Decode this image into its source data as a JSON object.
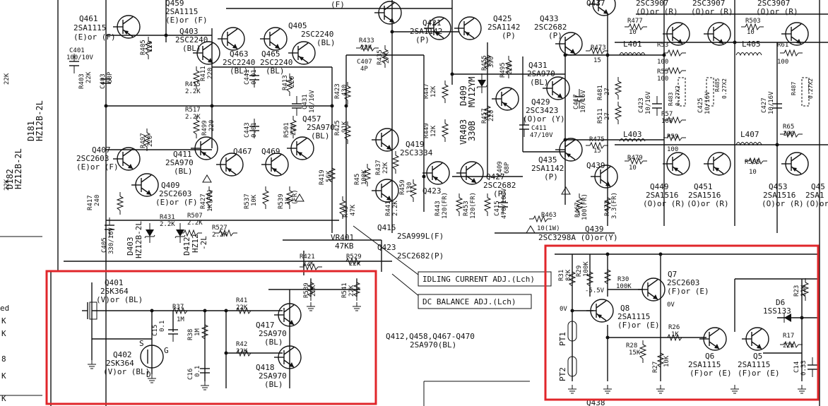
{
  "top_left": {
    "q461": [
      "Q461",
      "2SA1115",
      "(E)or (F)"
    ],
    "q459": [
      "Q459",
      "2SA1115",
      "(E)or (F)"
    ],
    "q403": [
      "Q403",
      "2SC2240",
      "(BL)"
    ],
    "q463": [
      "Q463",
      "2SC2240",
      "(BL)"
    ],
    "q465": [
      "Q465",
      "2SC2240",
      "(BL)"
    ],
    "q405": [
      "Q405",
      "2SC2240",
      "(BL)"
    ],
    "q407": [
      "Q407",
      "2SC2603",
      "(E)or (F)"
    ],
    "q409": [
      "Q409",
      "2SC2603",
      "(E)or (F)"
    ],
    "q411": [
      "Q411",
      "2SA970",
      "(BL)"
    ],
    "q457": [
      "Q457",
      "2SA970",
      "(BL)"
    ],
    "q467": "Q467",
    "q469": "Q469",
    "c401": [
      "C401",
      "100/10V"
    ],
    "d181": [
      "D181",
      "HZ12B-2L"
    ],
    "d182": [
      "D182",
      "HZ12B-2L"
    ],
    "d403": [
      "D403",
      "HZ12B-2L"
    ],
    "d412": [
      "D412",
      "HZ12",
      "-2L"
    ],
    "r403": [
      "R403",
      "22K"
    ],
    "c403": [
      "C403",
      "68P"
    ],
    "r405": [
      "R405",
      "120"
    ],
    "r411": [
      "R411",
      "220"
    ],
    "c441": [
      "C441",
      "0.01"
    ],
    "r413": [
      "R413",
      "220"
    ],
    "c431": [
      "C431",
      "10/16V"
    ],
    "r415": [
      "R415",
      "2.2K"
    ],
    "r517": [
      "R517",
      "2.2K"
    ],
    "r499": [
      "R499",
      "220"
    ],
    "c443": [
      "C443",
      "0.01"
    ],
    "r501": [
      "R501",
      "220"
    ],
    "r497": [
      "R497",
      "220"
    ],
    "r417": [
      "R417",
      "240"
    ],
    "r427": [
      "R427",
      "1K(FR)"
    ],
    "r537": [
      "R537",
      "10K"
    ],
    "r539": [
      "R539",
      "1K",
      "(FR)"
    ],
    "r431": [
      "R431",
      "2.2K"
    ],
    "r507": [
      "R507",
      "2.2K"
    ],
    "r527": [
      "R527",
      "2.2K"
    ],
    "c405": [
      "C405",
      "330/16V"
    ],
    "top_f": "(F)"
  },
  "top_mid": {
    "q421": [
      "Q421",
      "2SA1142",
      "(P)"
    ],
    "q425": [
      "Q425",
      "2SA1142",
      "(P)"
    ],
    "q433": [
      "Q433",
      "2SC2682",
      "(P)"
    ],
    "q419": [
      "Q419",
      "2SC3334"
    ],
    "q423": "Q423",
    "q427": [
      "Q427",
      "2SC2682",
      "(P)"
    ],
    "q431": [
      "Q431",
      "2SA970",
      "(BL)"
    ],
    "q429": [
      "Q429",
      "2SC3423",
      "(O)or (Y)"
    ],
    "q435": [
      "Q435",
      "2SA1142",
      "(P)"
    ],
    "q415": [
      "Q415",
      "2SA999L(F)"
    ],
    "q423b": [
      "Q423",
      "2SC2682(P)"
    ],
    "q437": "Q437",
    "q439": "Q439",
    "q439b": [
      "Q439",
      "2SC3298A (O)or(Y)"
    ],
    "d409": [
      "D409",
      "MV12YM"
    ],
    "vr403": [
      "VR403",
      "330B"
    ],
    "vr401": [
      "VR401",
      "47KB"
    ],
    "r433": [
      "R433",
      "22K"
    ],
    "c407": [
      "C407",
      "4P"
    ],
    "r435": [
      "R435",
      "27K"
    ],
    "r423": [
      "R423",
      "430"
    ],
    "r425": [
      "R425",
      "91K"
    ],
    "r419": [
      "R419",
      "56K"
    ],
    "r45": [
      "R45",
      "100K"
    ],
    "r43": [
      "R43",
      "47K"
    ],
    "r447": [
      "R447",
      "12K"
    ],
    "r449": [
      "R449",
      "12K"
    ],
    "r437": [
      "R437",
      "22K"
    ],
    "r459": [
      "R459",
      "130"
    ],
    "r441": [
      "R441",
      "2.2K"
    ],
    "r443": [
      "R443",
      "120(FR)"
    ],
    "r453": [
      "R453",
      "120(FR)"
    ],
    "r455": [
      "R455",
      "390"
    ],
    "r495": [
      "R495",
      "220"
    ],
    "r457": [
      "R457",
      "220"
    ],
    "c409": [
      "C409",
      "68P"
    ],
    "c411": [
      "C411",
      "47/10V"
    ],
    "c415": [
      "C415",
      "470/100V"
    ],
    "c417": [
      "C417",
      "10/16V"
    ],
    "r463": [
      "R463",
      "10(1W)"
    ],
    "r467": [
      "R467",
      "100(FR)"
    ],
    "r471": [
      "R471",
      "3.3(FR)"
    ],
    "r473": [
      "R473",
      "15"
    ],
    "r475": [
      "R475",
      "15"
    ],
    "r481": [
      "R481",
      "27"
    ],
    "r511": [
      "R511",
      "27"
    ],
    "r421": [
      "R421",
      "22K"
    ],
    "r529": [
      "R529",
      "22K"
    ],
    "r539": [
      "R539",
      "22K"
    ],
    "r541": [
      "R541",
      "22K"
    ],
    "idling": "IDLING CURRENT ADJ.(Lch)",
    "dc_balance": "DC BALANCE ADJ.(Lch)"
  },
  "top_right": {
    "q437": [
      "2SC3907",
      "(O)or (R)"
    ],
    "q441": [
      "2SC3907",
      "(O)or (R)"
    ],
    "q445": [
      "2SC3907",
      "(O)or (R)"
    ],
    "q449": [
      "Q449",
      "2SA1516",
      "(O)or (R)"
    ],
    "q451": [
      "Q451",
      "2SA1516",
      "(O)or (R)"
    ],
    "q453": [
      "Q453",
      "2SA1516",
      "(O)or (R)"
    ],
    "q455": [
      "Q45",
      "2SA1",
      "(O)or"
    ],
    "r477": [
      "R477",
      "10"
    ],
    "r503": [
      "R503",
      "10"
    ],
    "l401": "L401",
    "l403": "L403",
    "l405": "L405",
    "l407": "L407",
    "r53": [
      "R53",
      "100"
    ],
    "r55": [
      "R55",
      "100"
    ],
    "r57": [
      "R57",
      "100"
    ],
    "r59": [
      "R59",
      "100"
    ],
    "r61": [
      "R61",
      "100"
    ],
    "r65": [
      "R65",
      "100"
    ],
    "r483": [
      "R483",
      "0.27X2"
    ],
    "r485": [
      "R485",
      "0.27X2"
    ],
    "r487": [
      "R487",
      "0.27X2"
    ],
    "c423": [
      "C423",
      "10/16V"
    ],
    "c425": [
      "C425",
      "10/16V"
    ],
    "c427": [
      "C427",
      "10/16V"
    ],
    "r479": [
      "R479",
      "10"
    ],
    "r505": [
      "R505",
      "10"
    ]
  },
  "box_left": {
    "q401": [
      "Q401",
      "2SK364",
      "(V)or (BL)"
    ],
    "q402": [
      "Q402",
      "2SK364",
      "(V)or (BL)"
    ],
    "q417": [
      "Q417",
      "2SA970",
      "(BL)"
    ],
    "q418": [
      "Q418",
      "2SA970",
      "(BL)"
    ],
    "r37": [
      "R37",
      "1M"
    ],
    "r38": [
      "R38",
      "1M"
    ],
    "r41": [
      "R41",
      "22K"
    ],
    "r42": [
      "R42",
      "22K"
    ],
    "c15": [
      "C15",
      "0.1"
    ],
    "c16": [
      "C16",
      "0.1"
    ],
    "pin_s": "S",
    "pin_g": "G",
    "pin_d": "D",
    "note": [
      "Q412,Q458,Q467-Q470",
      "2SA970(BL)"
    ]
  },
  "box_right": {
    "r31": [
      "R31",
      "82K"
    ],
    "r29": [
      "R29",
      "100K"
    ],
    "r30": [
      "R30",
      "100K"
    ],
    "v1": "-5.5V",
    "v0a": "0V",
    "v0b": "0V",
    "q7": [
      "Q7",
      "2SC2603",
      "(F)or (E)"
    ],
    "q8": [
      "Q8",
      "2SA1115",
      "(F)or (E)"
    ],
    "q6": [
      "Q6",
      "2SA1115",
      "(F)or (E)"
    ],
    "q5": [
      "Q5",
      "2SA1115",
      "(F)or (E)"
    ],
    "d6": [
      "D6",
      "1SS133"
    ],
    "r26": [
      "R26",
      "1K"
    ],
    "r28": [
      "R28",
      "15K"
    ],
    "r27": [
      "R27",
      "10K"
    ],
    "r17": [
      "R17",
      "22K"
    ],
    "r23": [
      "R23",
      "22K"
    ],
    "c14": [
      "C14",
      "0.33"
    ],
    "pt1": "PT1",
    "pt2": "PT2"
  },
  "margin": {
    "m1": "22K",
    "m2": "22K",
    "m3": "ed",
    "m4": "K",
    "m5": "K",
    "m6": "8",
    "m7": "K",
    "m8": "K",
    "q438": "Q438"
  }
}
